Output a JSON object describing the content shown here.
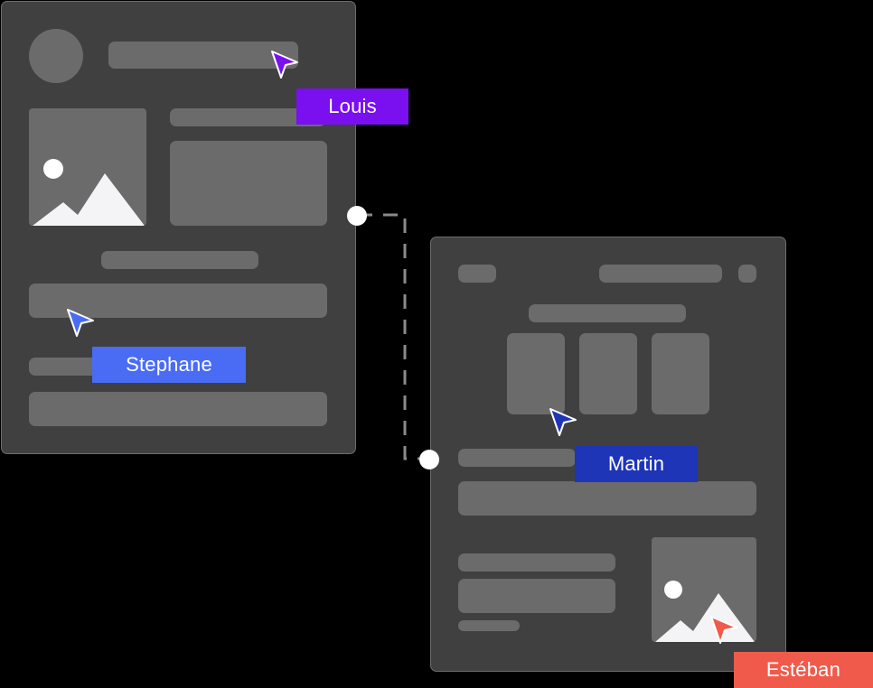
{
  "collaborators": [
    {
      "id": "louis",
      "label": "Louis",
      "color": "#7a0ff0"
    },
    {
      "id": "stephane",
      "label": "Stephane",
      "color": "#4a6cf5"
    },
    {
      "id": "martin",
      "label": "Martin",
      "color": "#1f35b8"
    },
    {
      "id": "esteban",
      "label": "Estéban",
      "color": "#f05a4a"
    }
  ],
  "icons": {
    "cursor": "pointer-arrow-icon",
    "image": "image-placeholder-icon"
  },
  "theme": {
    "background": "#000000",
    "card": "#404040",
    "skeleton": "#6b6b6b",
    "connector": "#8a8a8a"
  }
}
